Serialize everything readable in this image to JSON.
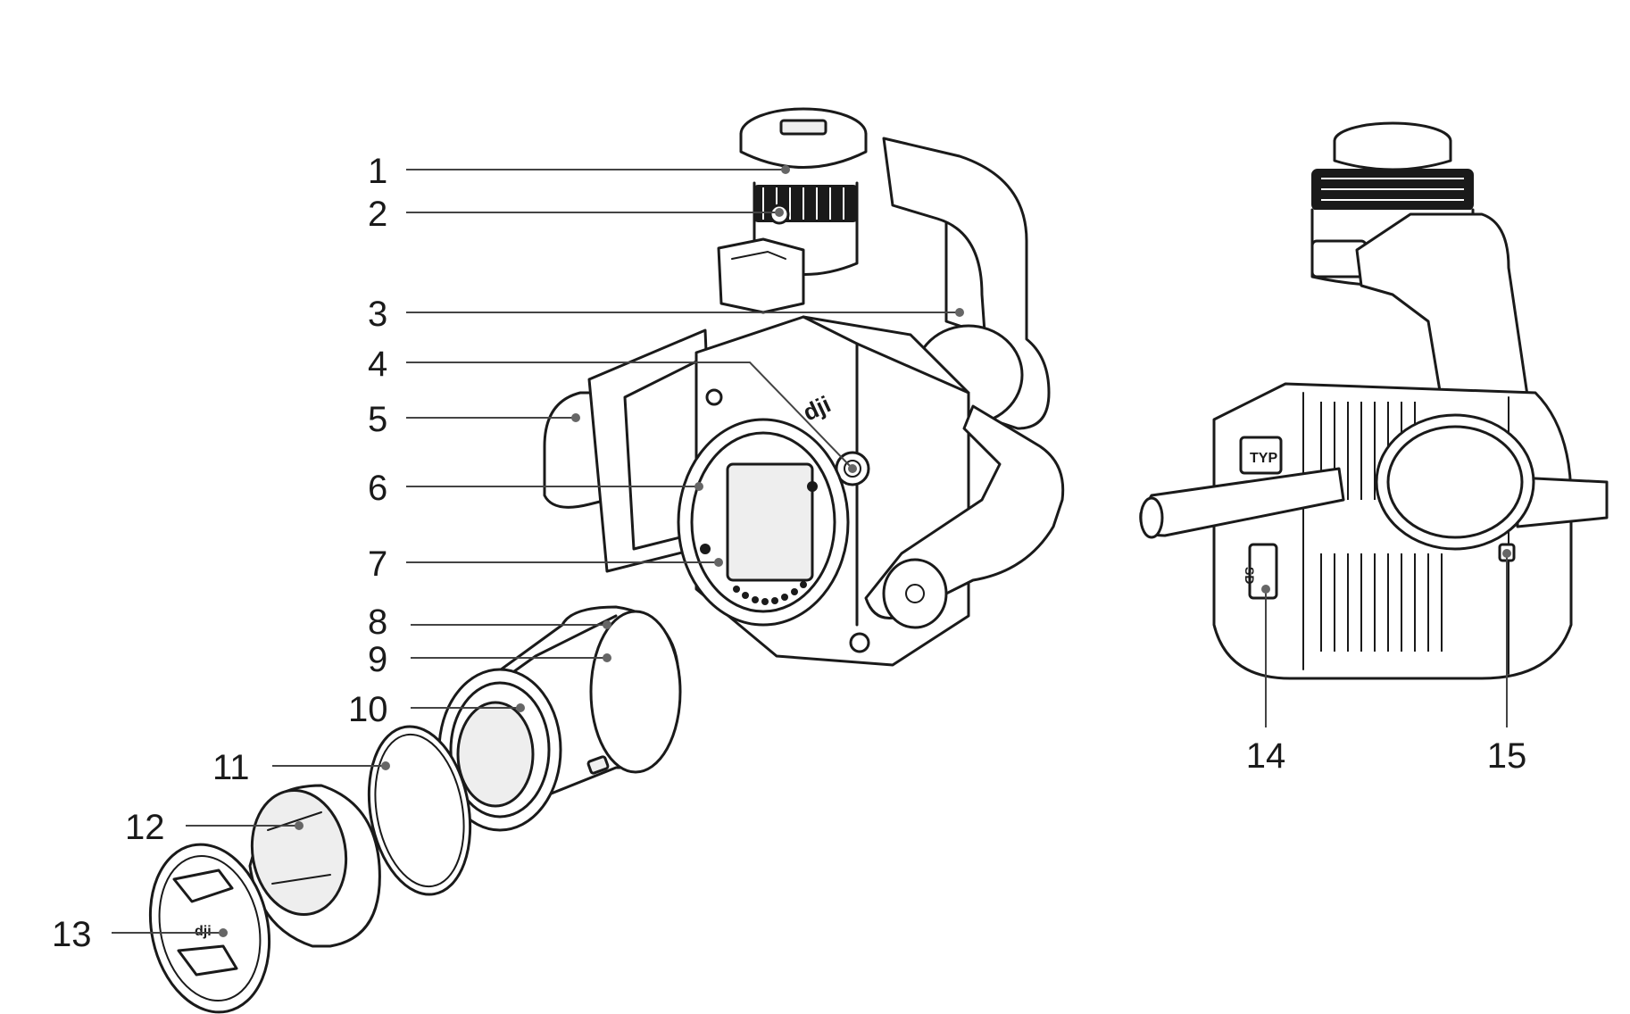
{
  "callouts": [
    {
      "id": "1",
      "label": "1"
    },
    {
      "id": "2",
      "label": "2"
    },
    {
      "id": "3",
      "label": "3"
    },
    {
      "id": "4",
      "label": "4"
    },
    {
      "id": "5",
      "label": "5"
    },
    {
      "id": "6",
      "label": "6"
    },
    {
      "id": "7",
      "label": "7"
    },
    {
      "id": "8",
      "label": "8"
    },
    {
      "id": "9",
      "label": "9"
    },
    {
      "id": "10",
      "label": "10"
    },
    {
      "id": "11",
      "label": "11"
    },
    {
      "id": "12",
      "label": "12"
    },
    {
      "id": "13",
      "label": "13"
    },
    {
      "id": "14",
      "label": "14"
    },
    {
      "id": "15",
      "label": "15"
    }
  ],
  "rear_view": {
    "port_label": "TYP",
    "card_slot_label": "SD"
  },
  "colors": {
    "ink": "#1a1a1a",
    "leader": "#444444",
    "background": "#ffffff"
  }
}
